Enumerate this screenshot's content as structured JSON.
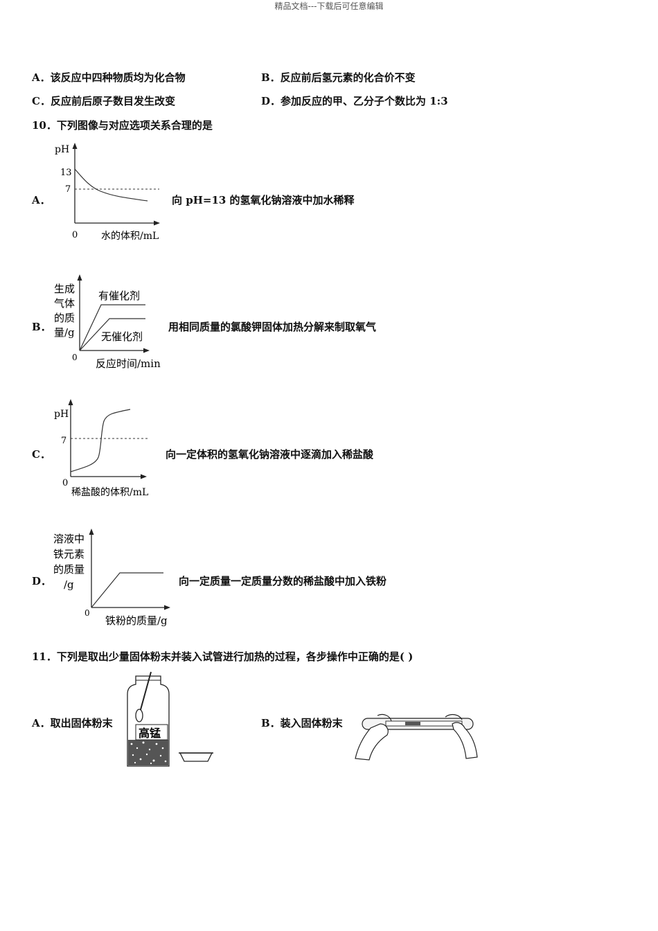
{
  "header": "精品文档---下载后可任意编辑",
  "q9": {
    "A": "A．该反应中四种物质均为化合物",
    "B": "B．反应前后氢元素的化合价不变",
    "C": "C．反应前后原子数目发生改变",
    "D": "D．参加反应的甲、乙分子个数比为 1:3"
  },
  "q10": {
    "stem": "10．下列图像与对应选项关系合理的是",
    "options": [
      {
        "letter": "A．",
        "text": "向 pH=13 的氢氧化钠溶液中加水稀释",
        "ylabel": "pH",
        "xlabel": "水的体积/mL",
        "origin": "0",
        "ticks": [
          "13",
          "7"
        ]
      },
      {
        "letter": "B．",
        "text": "用相同质量的氯酸钾固体加热分解来制取氧气",
        "ylabel": [
          "生成",
          "气体",
          "的质",
          "量/g"
        ],
        "xlabel": "反应时间/min",
        "origin": "0",
        "curve_labels": [
          "有催化剂",
          "无催化剂"
        ]
      },
      {
        "letter": "C．",
        "text": "向一定体积的氢氧化钠溶液中逐滴加入稀盐酸",
        "ylabel": "pH",
        "xlabel": "稀盐酸的体积/mL",
        "origin": "0",
        "ticks": [
          "7"
        ]
      },
      {
        "letter": "D．",
        "text": "向一定质量一定质量分数的稀盐酸中加入铁粉",
        "ylabel": [
          "溶液中",
          "铁元素",
          "的质量",
          "/g"
        ],
        "xlabel": "铁粉的质量/g",
        "origin": "0"
      }
    ]
  },
  "q11": {
    "stem": "11．下列是取出少量固体粉末并装入试管进行加热的过程，各步操作中正确的是(    )",
    "A": "A．取出固体粉末",
    "B": "B．装入固体粉末",
    "bottle_label": "高锰"
  }
}
